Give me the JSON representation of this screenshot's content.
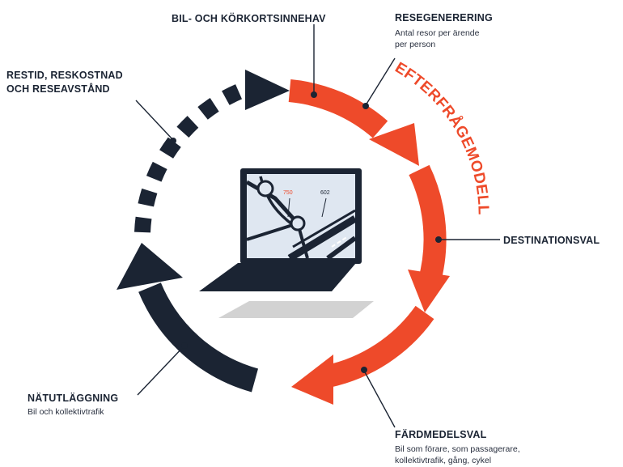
{
  "colors": {
    "navy": "#1b2433",
    "orange": "#ee4a2a",
    "screen": "#dfe7f1",
    "shadow": "#d2d2d2"
  },
  "arc_label": "EFTERFRÅGEMODELL",
  "labels": {
    "bilinnehav": {
      "title": "BIL- OCH KÖRKORTSINNEHAV"
    },
    "resegenerering": {
      "title": "RESEGENERERING",
      "sub": [
        "Antal resor per ärende",
        "per person"
      ]
    },
    "restid": {
      "title": [
        "RESTID, RESKOSTNAD",
        "OCH RESEAVSTÅND"
      ]
    },
    "destinationsval": {
      "title": "DESTINATIONSVAL"
    },
    "fardmedelsval": {
      "title": "FÄRDMEDELSVAL",
      "sub": [
        "Bil som förare, som passagerare,",
        "kollektivtrafik, gång, cykel"
      ]
    },
    "natutlaggning": {
      "title": "NÄTUTLÄGGNING",
      "sub": [
        "Bil och kollektivtrafik"
      ]
    }
  },
  "laptop": {
    "screen_values": [
      "750",
      "602"
    ],
    "icons": [
      "laptop-icon",
      "road-map-icon"
    ]
  }
}
